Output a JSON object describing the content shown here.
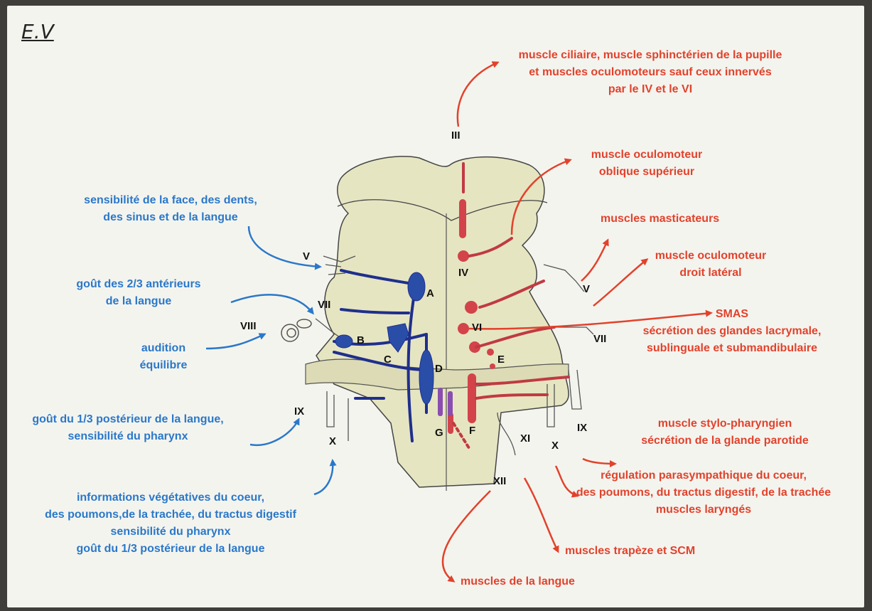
{
  "title": "E.V",
  "colors": {
    "sensory": "#2a78c9",
    "motor": "#e2422b",
    "brainstem": "#e6e5c2",
    "sensory_nucleus": "#2a4ea8",
    "motor_nucleus": "#d3434a",
    "parasympathetic_nucleus": "#8a4db0"
  },
  "nerves": {
    "III": "III",
    "IV": "IV",
    "V_left": "V",
    "V_right": "V",
    "VI": "VI",
    "VII_left": "VII",
    "VII_right": "VII",
    "VIII": "VIII",
    "IX_left": "IX",
    "IX_right": "IX",
    "X_left": "X",
    "X_right": "X",
    "XI": "XI",
    "XII": "XII"
  },
  "nuclei": {
    "A": "A",
    "B": "B",
    "C": "C",
    "D": "D",
    "E": "E",
    "F": "F",
    "G": "G"
  },
  "sensory_labels": {
    "trigeminal": [
      "sensibilité de la face, des dents,",
      "des sinus et de la langue"
    ],
    "facial": [
      "goût des 2/3 antérieurs",
      "de la langue"
    ],
    "vestibulocochlear": [
      "audition",
      "équilibre"
    ],
    "glossopharyngeal": [
      "goût du 1/3 postérieur de la langue,",
      "sensibilité du pharynx"
    ],
    "vagus": [
      "informations végétatives du coeur,",
      "des poumons,de la trachée, du tractus digestif",
      "sensibilité du pharynx",
      "goût du 1/3 postérieur de la langue"
    ]
  },
  "motor_labels": {
    "oculomotor": [
      "muscle ciliaire, muscle sphinctérien de la pupille",
      "et muscles oculomoteurs sauf ceux innervés",
      "par le IV et le VI"
    ],
    "trochlear": [
      "muscle oculomoteur",
      "oblique supérieur"
    ],
    "trigeminal": [
      "muscles masticateurs"
    ],
    "abducens": [
      "muscle oculomoteur",
      "droit latéral"
    ],
    "facial": [
      "SMAS",
      "sécrétion des glandes lacrymale,",
      "sublinguale et submandibulaire"
    ],
    "glossopharyngeal": [
      "muscle stylo-pharyngien",
      "sécrétion de la glande parotide"
    ],
    "vagus": [
      "régulation parasympathique du coeur,",
      "des poumons, du tractus digestif, de la trachée",
      "muscles laryngés"
    ],
    "accessory": [
      "muscles trapèze et SCM"
    ],
    "hypoglossal": [
      "muscles de la langue"
    ]
  }
}
